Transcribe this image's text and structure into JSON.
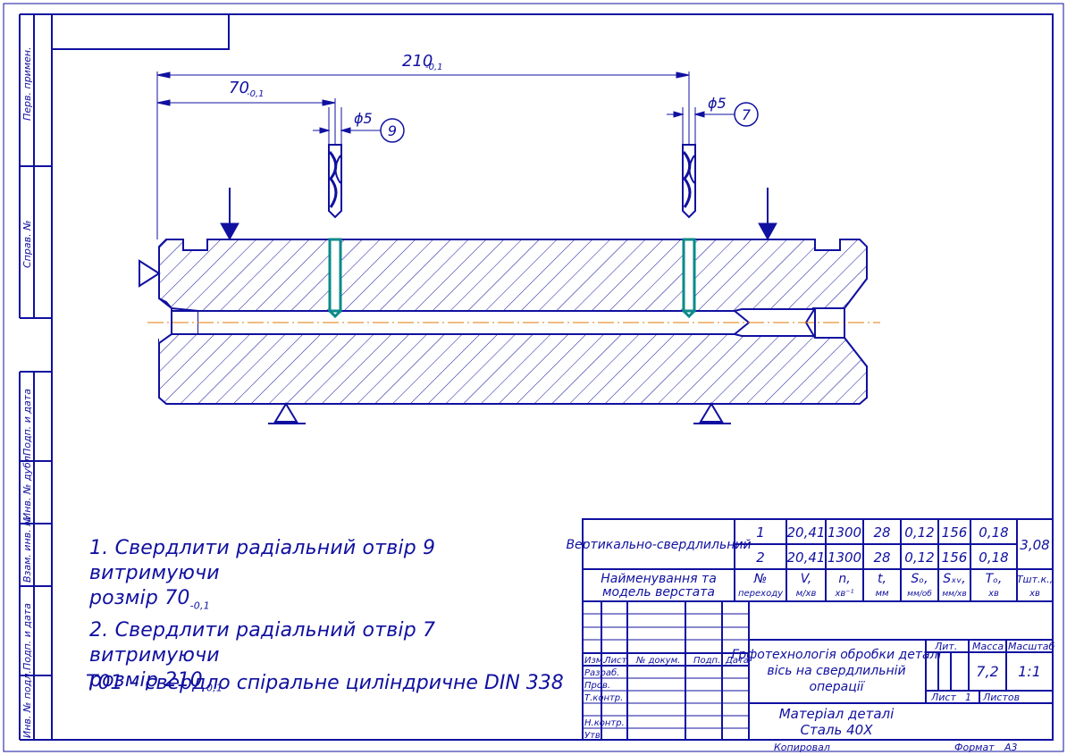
{
  "dims": {
    "overall": "210",
    "overall_tol": "-0,1",
    "first": "70",
    "first_tol": "-0,1",
    "diam_left": "ϕ5",
    "diam_right": "ϕ5",
    "hole_left_num": "9",
    "hole_right_num": "7"
  },
  "notes": {
    "line1": "1. Свердлити радіальний отвір 9 витримуючи",
    "line1b": "розмір 70",
    "line1b_tol": "-0,1",
    "line2": "2. Свердлити радіальний отвір 7 витримуючи",
    "line2b": "розмір 210",
    "line2b_tol": "-0,1",
    "tool": "Т01 – свердло спіральне циліндричне DIN 338"
  },
  "side_stamps": [
    "Перв. примен.",
    "Справ. №",
    "Подп. и дата",
    "Инв. № дубл.",
    "Взам. инв. №",
    "Подп. и дата",
    "Инв. № подл."
  ],
  "ops_table": {
    "machine": "Вертикально-свердлильний",
    "machine_label": [
      "Найменування та",
      "модель верстата"
    ],
    "rows": [
      {
        "n": "1",
        "v": "20,41",
        "rpm": "1300",
        "t": "28",
        "so": "0,12",
        "sxv": "156",
        "to": "0,18"
      },
      {
        "n": "2",
        "v": "20,41",
        "rpm": "1300",
        "t": "28",
        "so": "0,12",
        "sxv": "156",
        "to": "0,18"
      }
    ],
    "t_pc": "3,08",
    "headers": {
      "n": [
        "№",
        "переходу"
      ],
      "v": [
        "V,",
        "м/хв"
      ],
      "rpm": [
        "n,",
        "хв⁻¹"
      ],
      "t": [
        "t,",
        "мм"
      ],
      "so": [
        "Sₒ,",
        "мм/об"
      ],
      "sxv": [
        "Sₓᵥ,",
        "мм/хв"
      ],
      "to": [
        "Tₒ,",
        "хв"
      ],
      "tpc": [
        "Tшт.к.,",
        "хв"
      ]
    }
  },
  "title_block": {
    "col_labels": [
      "Изм.",
      "Лист",
      "№ докум.",
      "Подп.",
      "Дата"
    ],
    "row_labels": [
      "Разраб.",
      "Пров.",
      "Т.контр.",
      "Н.контр.",
      "Утв."
    ],
    "title": [
      "Грфотехнологія обробки деталі",
      "вісь на свердлильній",
      "операції"
    ],
    "material": [
      "Матеріал деталі",
      "Сталь 40Х"
    ],
    "lit": "Лит.",
    "mass_label": "Масса",
    "scale_label": "Масштаб",
    "mass": "7,2",
    "scale": "1:1",
    "sheet_label": "Лист",
    "sheet": "1",
    "sheets_label": "Листов",
    "copied": "Копировал",
    "format_label": "Формат",
    "format": "А3"
  }
}
